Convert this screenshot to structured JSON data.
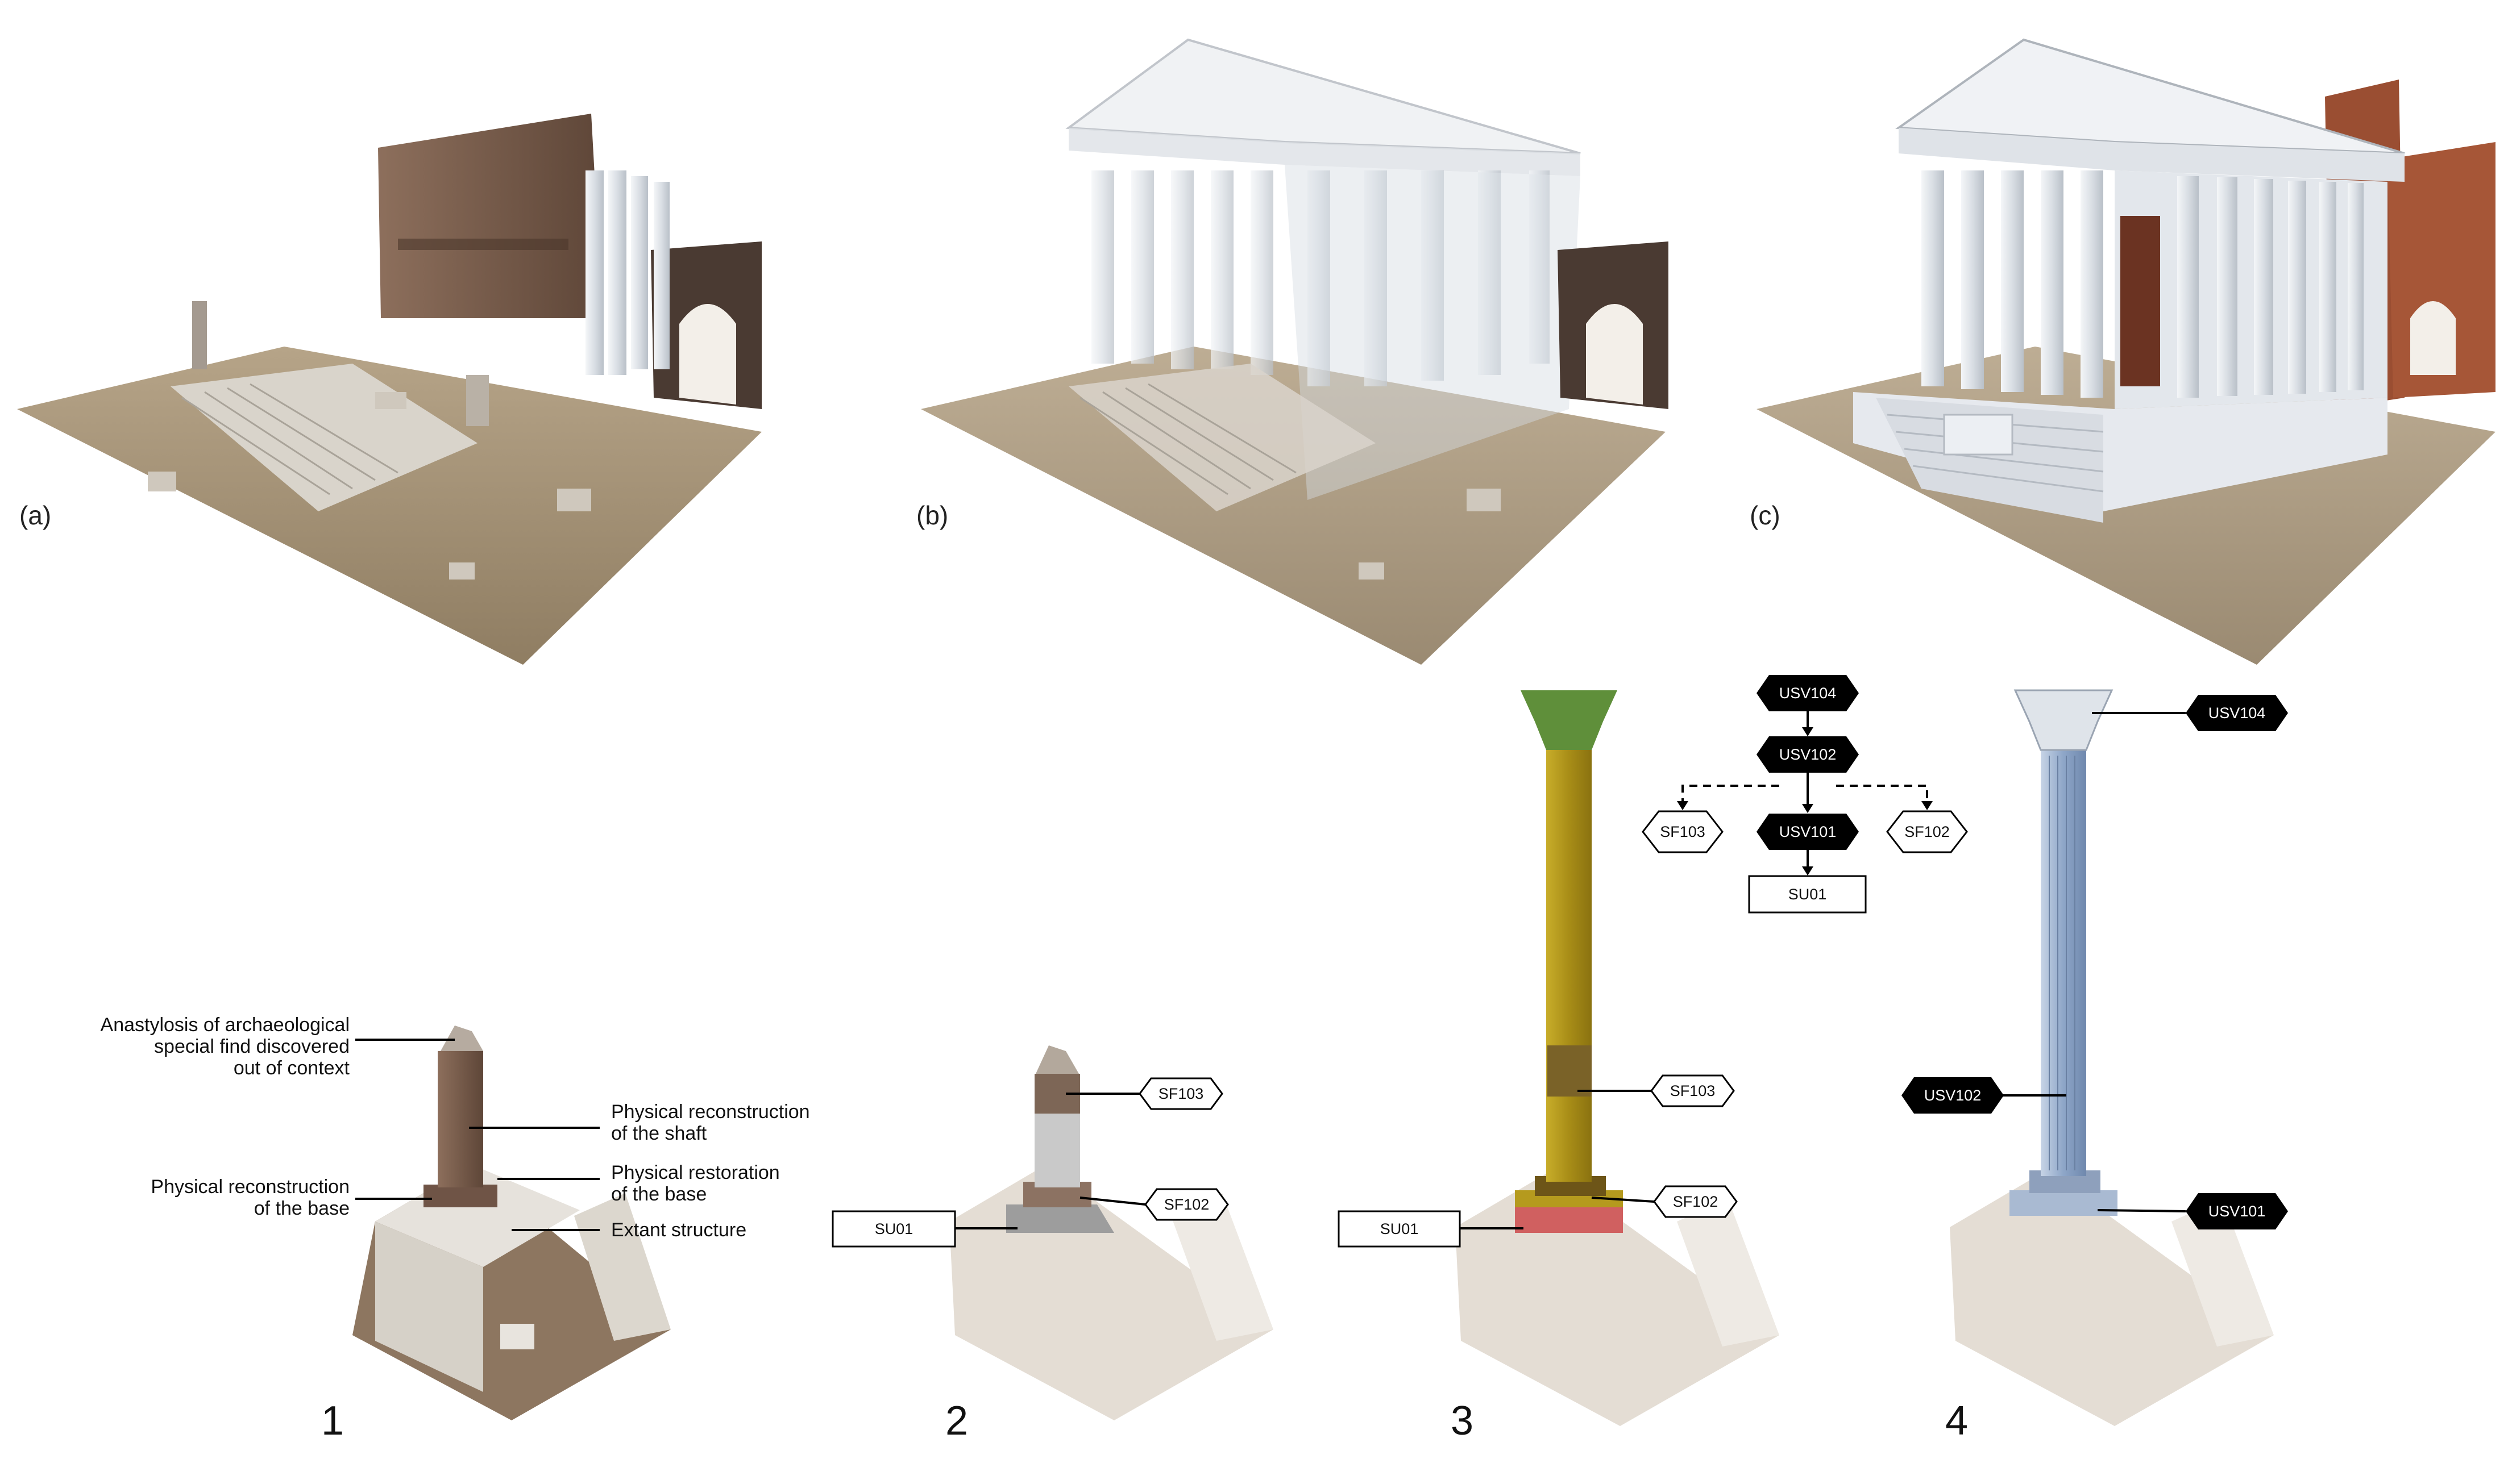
{
  "panel_labels": {
    "a": "(a)",
    "b": "(b)",
    "c": "(c)"
  },
  "step_numbers": [
    "1",
    "2",
    "3",
    "4"
  ],
  "annotations": {
    "anastylosis": [
      "Anastylosis of archaeological",
      "special find discovered",
      "out of context"
    ],
    "shaft": [
      "Physical reconstruction",
      "of the shaft"
    ],
    "base_recon": [
      "Physical reconstruction",
      "of the base"
    ],
    "base_restore": [
      "Physical restoration",
      "of the base"
    ],
    "extant": [
      "Extant structure"
    ]
  },
  "nodes": {
    "su01": "SU01",
    "sf103": "SF103",
    "sf102": "SF102",
    "usv104": "USV104",
    "usv102": "USV102",
    "usv101": "USV101"
  },
  "colors": {
    "ruin_brown": "#7a5a4a",
    "marble": "#e8ecf0",
    "shaft_yellow": "#b59a1e",
    "capital_green": "#5f8f3a",
    "base_red": "#d06060",
    "column_blue": "#9fb3cf",
    "node_black": "#000000"
  }
}
